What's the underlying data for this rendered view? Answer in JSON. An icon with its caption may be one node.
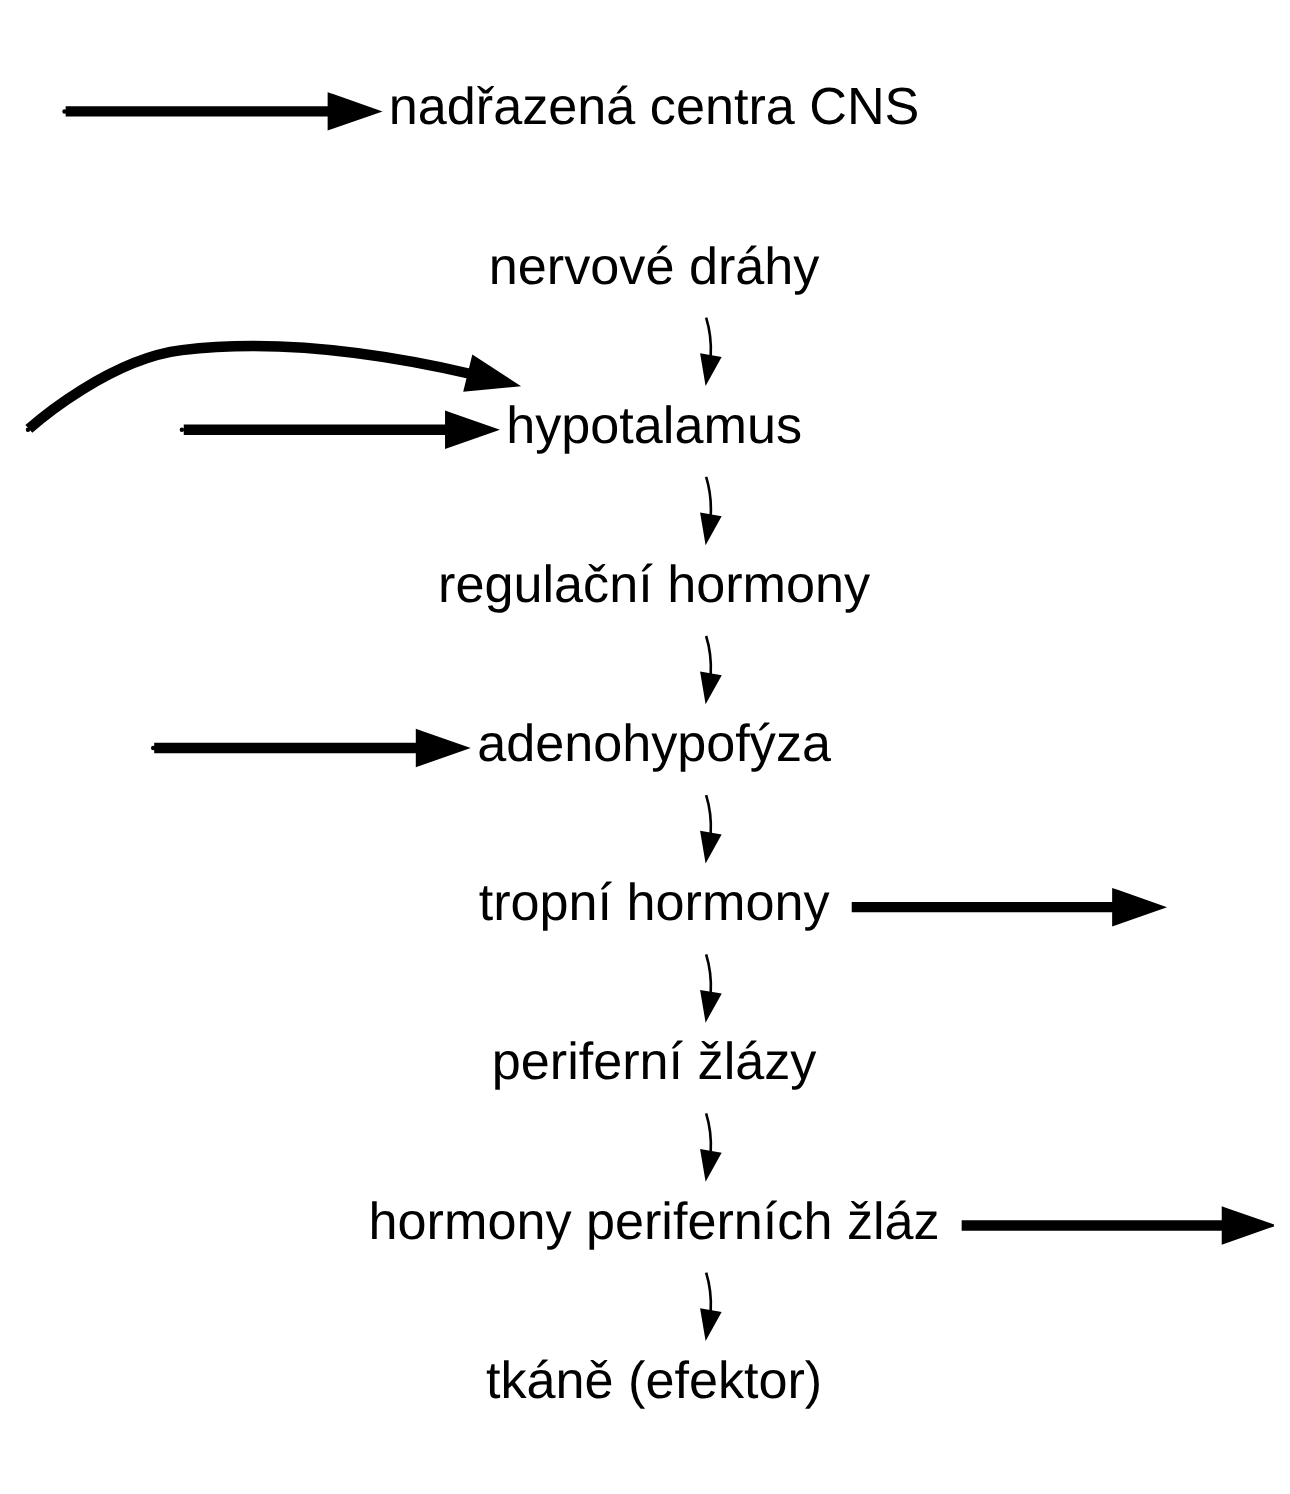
{
  "diagram": {
    "nodes": [
      {
        "text": [
          "nadřazená centra CNS"
        ]
      },
      {
        "text": [
          "nervové dráhy"
        ]
      },
      {
        "text": [
          "hypotalamus"
        ]
      },
      {
        "text": [
          "regulační hormony"
        ]
      },
      {
        "text": [
          "adenohypofýza"
        ]
      },
      {
        "text": [
          "tropní hormony"
        ]
      },
      {
        "text": [
          "periferní žlázy"
        ]
      },
      {
        "text": [
          "hormony periferních žláz"
        ]
      },
      {
        "text": [
          "tkáně (efektor)"
        ]
      }
    ],
    "edges": [
      {
        "from": null,
        "to": 0,
        "arrow": "to",
        "style": "thick"
      },
      {
        "from": 1,
        "to": 2,
        "arrow": "to"
      },
      {
        "from": null,
        "to": 2,
        "arrow": "to",
        "style": "thick"
      },
      {
        "from": null,
        "to": 2,
        "arrow": "to",
        "style": "thick"
      },
      {
        "from": 2,
        "to": 3,
        "arrow": "to"
      },
      {
        "from": 3,
        "to": 4,
        "arrow": "to"
      },
      {
        "from": null,
        "to": 4,
        "arrow": "to",
        "style": "thick"
      },
      {
        "from": 4,
        "to": 5,
        "arrow": "to"
      },
      {
        "from": 5,
        "to": null,
        "arrow": "to",
        "style": "thick"
      },
      {
        "from": 5,
        "to": 6,
        "arrow": "to"
      },
      {
        "from": 6,
        "to": 7,
        "arrow": "to"
      },
      {
        "from": 7,
        "to": null,
        "arrow": "to",
        "style": "thick"
      },
      {
        "from": 7,
        "to": 8,
        "arrow": "to"
      }
    ]
  }
}
